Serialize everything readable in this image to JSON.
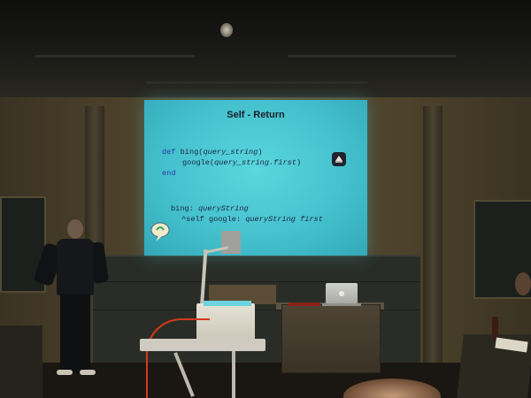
{
  "slide": {
    "title": "Self - Return",
    "ruby_line1_kw": "def",
    "ruby_line1_rest": " bing(",
    "ruby_line1_arg": "query_string",
    "ruby_line1_end": ")",
    "ruby_line2_a": "google(",
    "ruby_line2_b": "query_string.first",
    "ruby_line2_c": ")",
    "ruby_line3_kw": "end",
    "st_line1_a": "bing: ",
    "st_line1_b": "queryString",
    "st_line2_a": "^self google: ",
    "st_line2_b": "queryString first",
    "icons": [
      "ruby-gem-icon",
      "smalltalk-balloon-icon"
    ]
  },
  "colors": {
    "slide_background": "#45c2ce",
    "code_keyword": "#2b35a8",
    "code_text": "#1e2240",
    "cable": "#d63a1c"
  }
}
